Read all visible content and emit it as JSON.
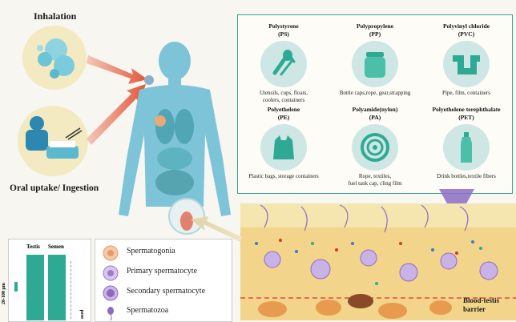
{
  "routes": {
    "inhalation": "Inhalation",
    "ingestion": "Oral uptake/ Ingestion"
  },
  "plastics": [
    {
      "name": "Polystyrene",
      "abbr": "(PS)",
      "uses": "Utensils, cups, floats,\ncoolers, containers",
      "icon": "fork-spoon-icon"
    },
    {
      "name": "Polypropylene",
      "abbr": "(PP)",
      "uses": "Bottle caps,rope, gear,strapping",
      "icon": "jar-icon"
    },
    {
      "name": "Polyvinyl chloride",
      "abbr": "(PVC)",
      "uses": "Pipe, film, containers",
      "icon": "pipe-icon"
    },
    {
      "name": "Polyethelene",
      "abbr": "(PE)",
      "uses": "Plastic bags, storage containers",
      "icon": "plastic-bag-icon"
    },
    {
      "name": "Polyamide(nylon)",
      "abbr": "(PA)",
      "uses": "Rope, textiles,\nfuel tank cap, cling film",
      "icon": "rope-spool-icon"
    },
    {
      "name": "Polyethelene terephthalate",
      "abbr": "(PET)",
      "uses": "Drink bottles,textile fibers",
      "icon": "bottle-icon"
    }
  ],
  "bar_panel": {
    "col1": "Testis",
    "col2": "Semen",
    "axis_label": "20-100 μm",
    "right_label": "ased"
  },
  "legend": [
    {
      "label": "Spermatogonia",
      "color": "#f0a878"
    },
    {
      "label": "Primary spermatocyte",
      "color": "#b89ad8"
    },
    {
      "label": "Secondary spermatocyte",
      "color": "#9a7cc8"
    },
    {
      "label": "Spermatozoa",
      "color": "#8c6cb8"
    }
  ],
  "barrier_label": "Blood-testis\nbarrier",
  "colors": {
    "body": "#7ec4d8",
    "teal": "#2eaa94",
    "arrow": "#e2553c",
    "tissue": "#f2d48a"
  }
}
